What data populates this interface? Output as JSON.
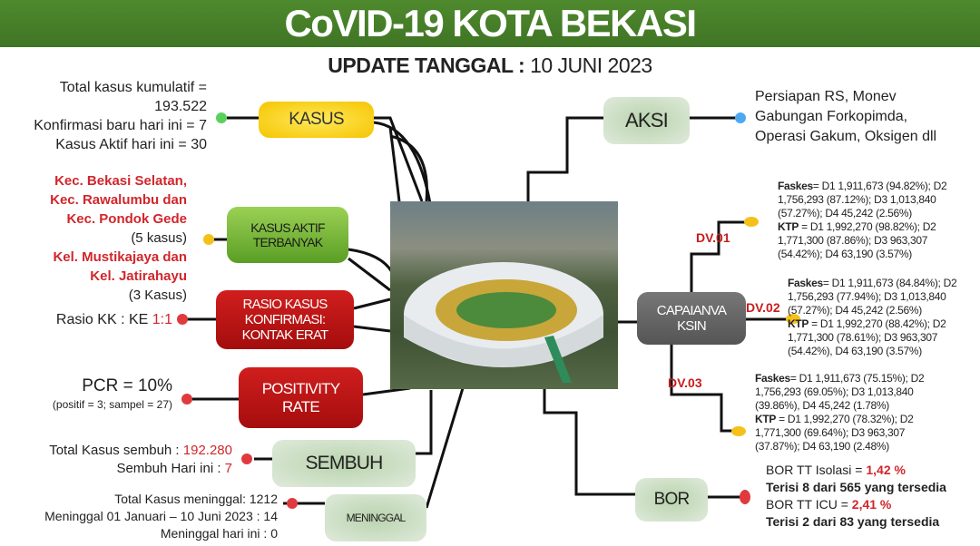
{
  "title": "CoVID-19 KOTA BEKASI",
  "update": {
    "label": "UPDATE TANGGAL :",
    "date": "10 JUNI 2023"
  },
  "colors": {
    "banner": "#4f8a2e",
    "red": "#d1262b",
    "dot_green": "#5ad05a",
    "dot_blue": "#4ea8f0",
    "dot_yellow": "#f4c11a",
    "dot_red": "#e03a3e"
  },
  "nodes": {
    "kasus": "KASUS",
    "aksi": "AKSI",
    "aktif": "KASUS AKTIF TERBANYAK",
    "rasio": "RASIO KASUS KONFIRMASI: KONTAK ERAT",
    "positivity": "POSITIVITY RATE",
    "sembuh": "SEMBUH",
    "meninggal": "MENINGGAL",
    "vaksin": "CAPAIANVA KSIN",
    "bor": "BOR"
  },
  "kasus": {
    "l1": "Total kasus kumulatif =",
    "l2": "193.522",
    "l3": "Konfirmasi baru hari ini = 7",
    "l4": "Kasus Aktif hari ini = 30"
  },
  "aksi": {
    "l1": "Persiapan RS, Monev",
    "l2": "Gabungan Forkopimda,",
    "l3": "Operasi Gakum, Oksigen dll"
  },
  "aktif": {
    "l1": "Kec. Bekasi Selatan,",
    "l2": "Kec. Rawalumbu dan",
    "l3": "Kec. Pondok Gede",
    "l4": "(5 kasus)",
    "l5": "Kel. Mustikajaya dan",
    "l6": "Kel. Jatirahayu",
    "l7": "(3 Kasus)"
  },
  "rasio": {
    "label": "Rasio KK : KE ",
    "value": "1:1"
  },
  "pcr": {
    "l1": "PCR =  10%",
    "l2": "(positif =  3; sampel = 27)"
  },
  "sembuh": {
    "l1": "Total Kasus sembuh : ",
    "v1": "192.280",
    "l2": "Sembuh Hari ini : ",
    "v2": "7"
  },
  "meninggal": {
    "l1": "Total Kasus meninggal: 1212",
    "l2": "Meninggal 01 Januari – 10 Juni 2023 : 14",
    "l3": "Meninggal hari ini : 0"
  },
  "vaksin": [
    {
      "tag": "DV.01",
      "faskes": "Faskes",
      "f": "= D1 1,911,673 (94.82%); D2 1,756,293 (87.12%); D3 1,013,840 (57.27%); D4 45,242 (2.56%)",
      "ktp": "KTP",
      "k": " = D1 1,992,270 (98.82%); D2 1,771,300 (87.86%); D3 963,307 (54.42%); D4 63,190 (3.57%)"
    },
    {
      "tag": "DV.02",
      "faskes": "Faskes",
      "f": "= D1 1,911,673 (84.84%); D2 1,756,293 (77.94%); D3 1,013,840 (57.27%); D4 45,242 (2.56%)",
      "ktp": "KTP",
      "k": " = D1 1,992,270 (88.42%); D2 1,771,300 (78.61%); D3 963,307 (54.42%), D4 63,190 (3.57%)"
    },
    {
      "tag": "DV.03",
      "faskes": "Faskes",
      "f": "= D1 1,911,673 (75.15%); D2 1,756,293 (69.05%); D3 1,013,840 (39.86%), D4 45,242 (1.78%)",
      "ktp": "KTP",
      "k": " = D1 1,992,270 (78.32%); D2 1,771,300 (69.64%); D3 963,307 (37.87%); D4 63,190 (2.48%)"
    }
  ],
  "bor": {
    "l1": "BOR TT Isolasi = ",
    "v1": "1,42 %",
    "l2": "Terisi  8 dari 565 yang tersedia",
    "l3": "BOR TT ICU = ",
    "v3": "2,41 %",
    "l4": "Terisi 2 dari 83 yang tersedia"
  }
}
